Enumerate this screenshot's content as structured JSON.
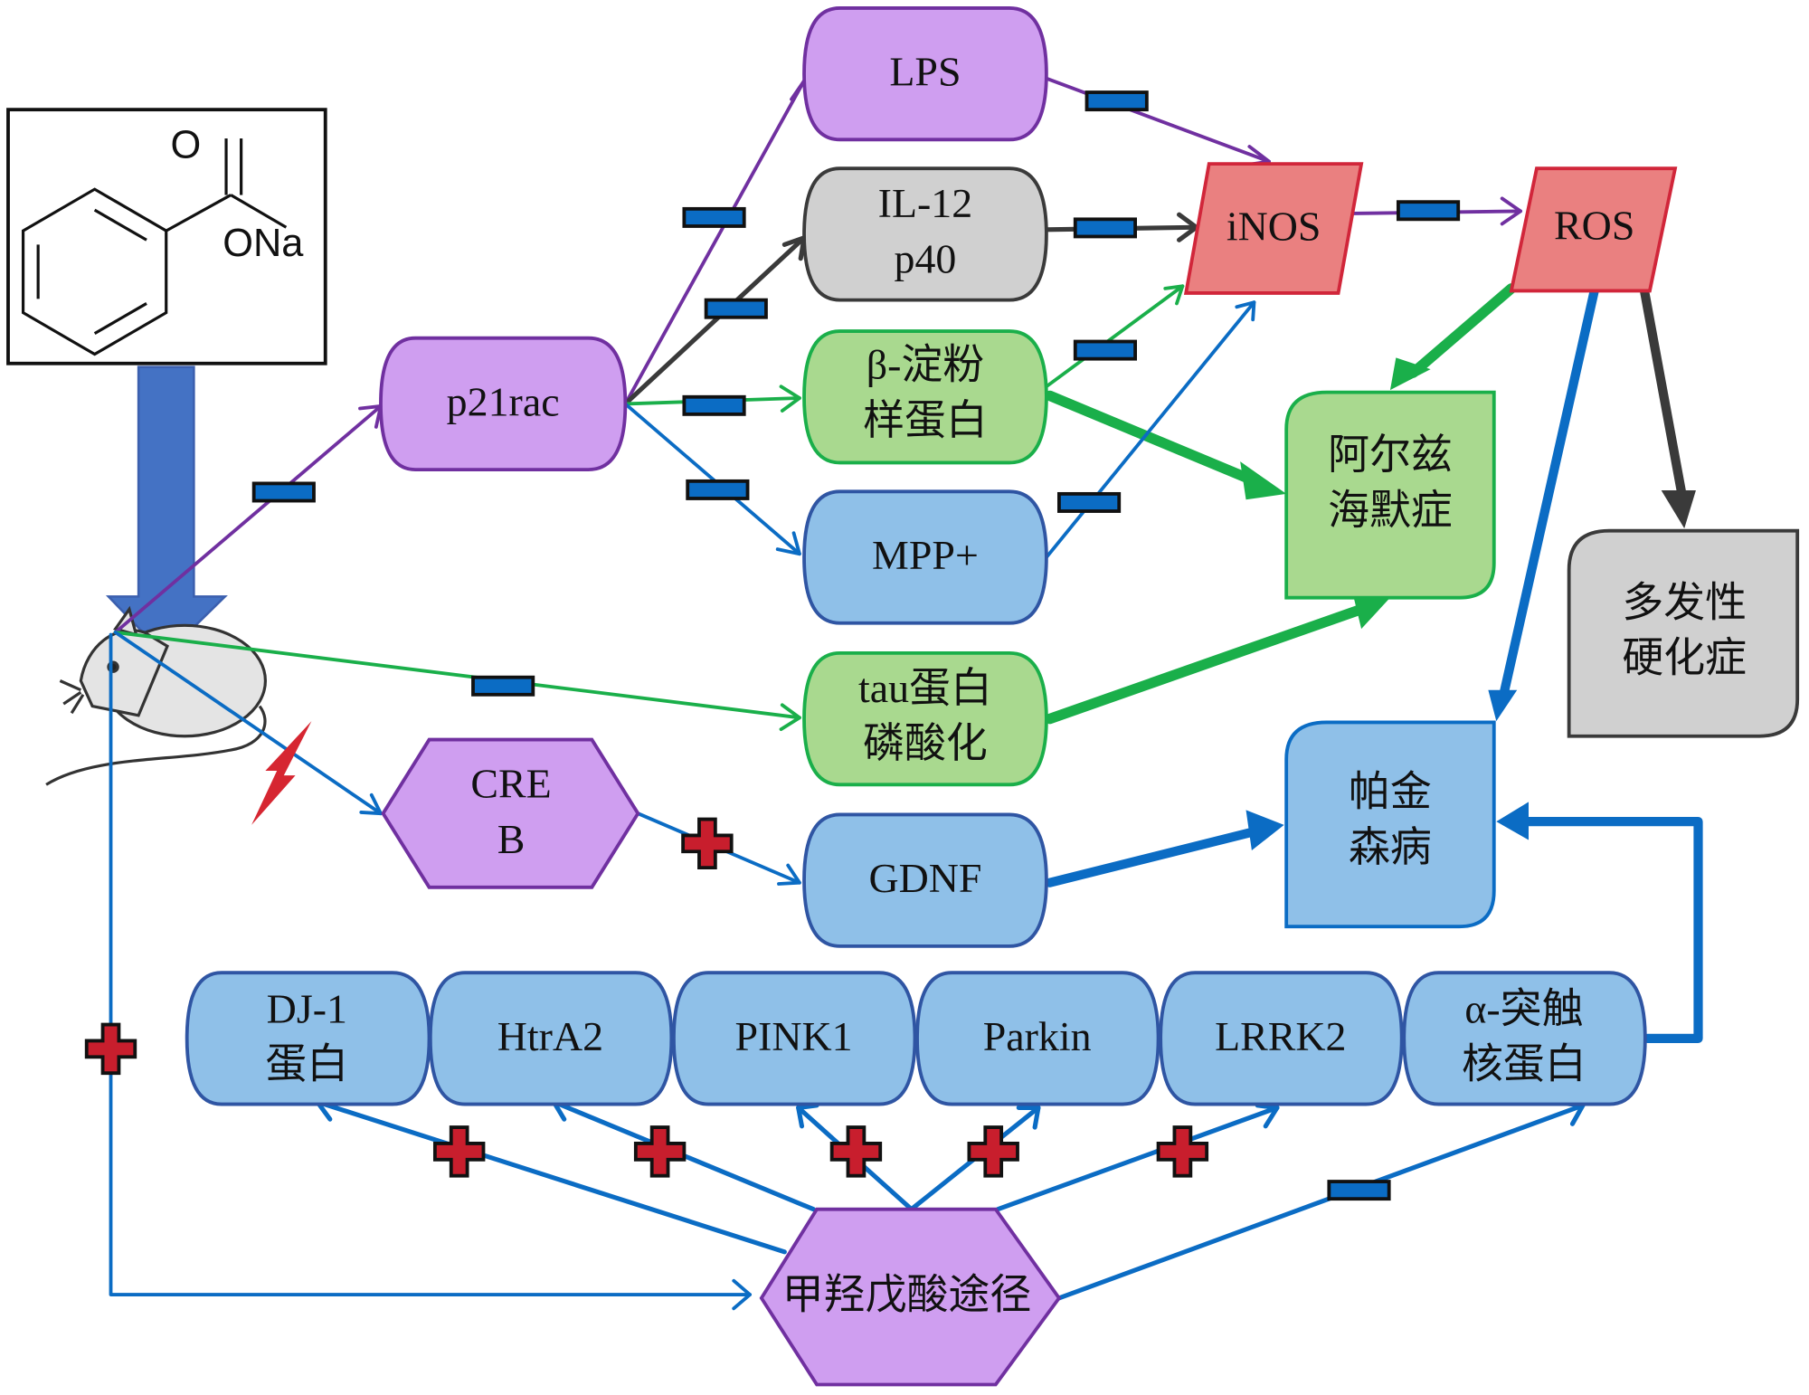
{
  "diagram": {
    "compound": {
      "substituent": "ONa",
      "carbonyl_oxygen": "O",
      "name_icon": "sodium-benzoate-structure"
    },
    "nodes": {
      "p21rac": {
        "line1": "p21rac",
        "color": "#cf9ef0"
      },
      "lps": {
        "line1": "LPS",
        "color": "#cf9ef0"
      },
      "il12": {
        "line1": "IL-12",
        "line2": "p40",
        "color": "#d0d0d0"
      },
      "amyloid": {
        "line1": "β-淀粉",
        "line2": "样蛋白",
        "color": "#a9d98f"
      },
      "mpp": {
        "line1": "MPP+",
        "color": "#8fc0e8"
      },
      "inos": {
        "line1": "iNOS",
        "color": "#ea8080"
      },
      "ros": {
        "line1": "ROS",
        "color": "#ea8080"
      },
      "alzheimer": {
        "line1": "阿尔兹",
        "line2": "海默症",
        "color": "#a9d98f"
      },
      "ms": {
        "line1": "多发性",
        "line2": "硬化症",
        "color": "#d0d0d0"
      },
      "tau": {
        "line1": "tau蛋白",
        "line2": "磷酸化",
        "color": "#a9d98f"
      },
      "creb": {
        "line1": "CRE",
        "line2": "B",
        "color": "#cf9ef0"
      },
      "gdnf": {
        "line1": "GDNF",
        "color": "#8fc0e8"
      },
      "parkinson": {
        "line1": "帕金",
        "line2": "森病",
        "color": "#8fc0e8"
      },
      "dj1": {
        "line1": "DJ-1",
        "line2": "蛋白",
        "color": "#8fc0e8"
      },
      "htra2": {
        "line1": "HtrA2",
        "color": "#8fc0e8"
      },
      "pink1": {
        "line1": "PINK1",
        "color": "#8fc0e8"
      },
      "parkin": {
        "line1": "Parkin",
        "color": "#8fc0e8"
      },
      "lrrk2": {
        "line1": "LRRK2",
        "color": "#8fc0e8"
      },
      "synuclein": {
        "line1": "α-突触",
        "line2": "核蛋白",
        "color": "#8fc0e8"
      },
      "mevalonate": {
        "line1": "甲羟戊酸途径",
        "color": "#cf9ef0"
      }
    },
    "edges": [
      {
        "from": "mouse",
        "to": "p21rac",
        "effect": "inhibit"
      },
      {
        "from": "p21rac",
        "to": "lps",
        "effect": "inhibit"
      },
      {
        "from": "p21rac",
        "to": "il12",
        "effect": "inhibit"
      },
      {
        "from": "p21rac",
        "to": "amyloid",
        "effect": "inhibit"
      },
      {
        "from": "p21rac",
        "to": "mpp",
        "effect": "inhibit"
      },
      {
        "from": "lps",
        "to": "inos",
        "effect": "inhibit"
      },
      {
        "from": "il12",
        "to": "inos",
        "effect": "inhibit"
      },
      {
        "from": "amyloid",
        "to": "inos",
        "effect": "inhibit"
      },
      {
        "from": "mpp",
        "to": "inos",
        "effect": "inhibit"
      },
      {
        "from": "inos",
        "to": "ros",
        "effect": "inhibit"
      },
      {
        "from": "ros",
        "to": "alzheimer",
        "effect": "leads-to"
      },
      {
        "from": "ros",
        "to": "parkinson",
        "effect": "leads-to"
      },
      {
        "from": "ros",
        "to": "ms",
        "effect": "leads-to"
      },
      {
        "from": "amyloid",
        "to": "alzheimer",
        "effect": "leads-to"
      },
      {
        "from": "tau",
        "to": "alzheimer",
        "effect": "leads-to"
      },
      {
        "from": "mouse",
        "to": "tau",
        "effect": "inhibit"
      },
      {
        "from": "mouse",
        "to": "creb",
        "effect": "activate"
      },
      {
        "from": "creb",
        "to": "gdnf",
        "effect": "activate"
      },
      {
        "from": "gdnf",
        "to": "parkinson",
        "effect": "leads-to"
      },
      {
        "from": "synuclein",
        "to": "parkinson",
        "effect": "leads-to"
      },
      {
        "from": "mouse",
        "to": "mevalonate",
        "effect": "activate"
      },
      {
        "from": "mevalonate",
        "to": "dj1",
        "effect": "activate"
      },
      {
        "from": "mevalonate",
        "to": "htra2",
        "effect": "activate"
      },
      {
        "from": "mevalonate",
        "to": "pink1",
        "effect": "activate"
      },
      {
        "from": "mevalonate",
        "to": "parkin",
        "effect": "activate"
      },
      {
        "from": "mevalonate",
        "to": "lrrk2",
        "effect": "activate"
      },
      {
        "from": "mevalonate",
        "to": "synuclein",
        "effect": "inhibit"
      }
    ],
    "legend_colors": {
      "inhibit_marker": "#0b6cc4",
      "activate_marker": "#c81e2d",
      "big_arrow": "#4472c4"
    }
  }
}
